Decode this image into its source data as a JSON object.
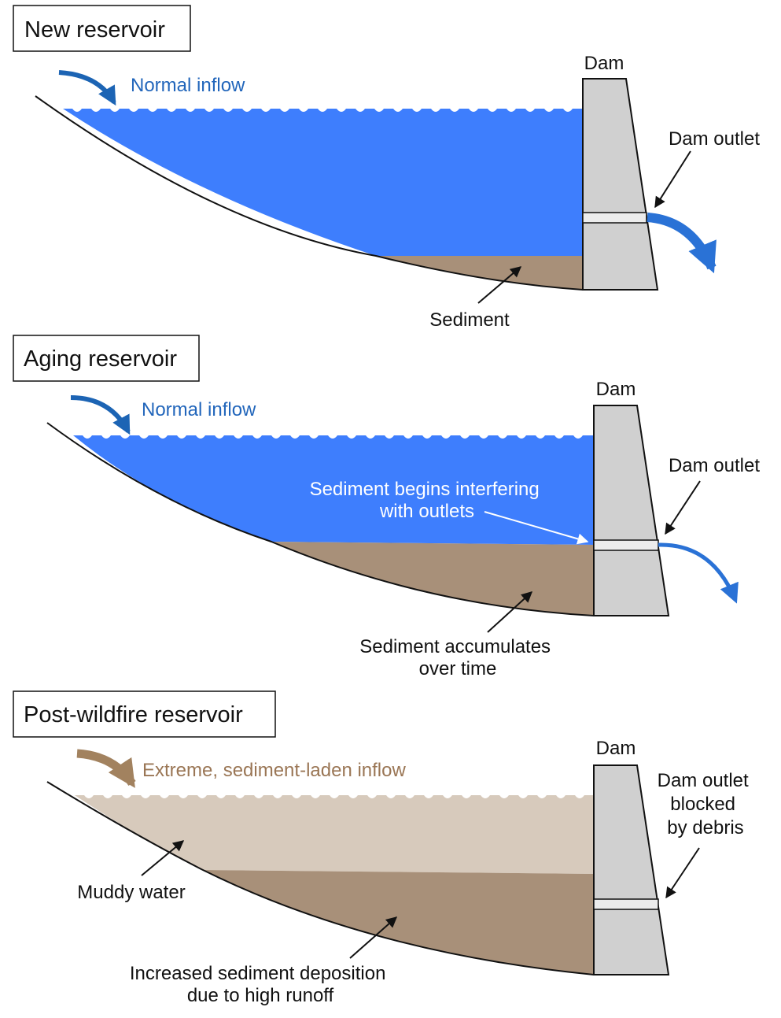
{
  "colors": {
    "water": "#3e7efd",
    "sediment": "#a89079",
    "muddy_water": "#d7cabc",
    "dam": "#d0d0d0",
    "outlet": "#ececec",
    "inflow_blue": "#1c64b4",
    "outflow_blue": "#2a72d6",
    "inflow_brown": "#a2825f",
    "label_blue": "#2266bb",
    "label_brown": "#9a7655",
    "outline": "#111111"
  },
  "panels": [
    {
      "title": "New reservoir",
      "dam_label": "Dam",
      "inflow_label": "Normal inflow",
      "outlet_label": [
        "Dam outlet"
      ],
      "sediment_label": [
        "Sediment"
      ]
    },
    {
      "title": "Aging reservoir",
      "dam_label": "Dam",
      "inflow_label": "Normal inflow",
      "outlet_label": [
        "Dam outlet"
      ],
      "interference_label": [
        "Sediment begins interfering",
        "with outlets"
      ],
      "sediment_label": [
        "Sediment accumulates",
        "over time"
      ]
    },
    {
      "title": "Post-wildfire reservoir",
      "dam_label": "Dam",
      "inflow_label": "Extreme, sediment-laden inflow",
      "outlet_label": [
        "Dam outlet",
        "blocked",
        "by debris"
      ],
      "water_label": "Muddy water",
      "sediment_label": [
        "Increased sediment deposition",
        "due to high runoff"
      ]
    }
  ]
}
